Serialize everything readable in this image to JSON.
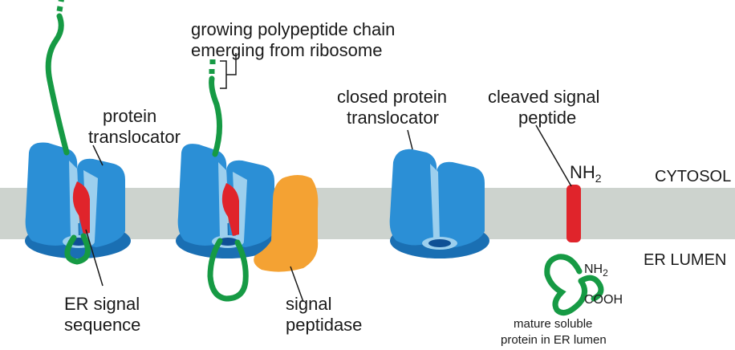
{
  "labels": {
    "growing_chain_line1": "growing polypeptide chain",
    "growing_chain_line2": "emerging from ribosome",
    "protein_translocator_line1": "protein",
    "protein_translocator_line2": "translocator",
    "closed_translocator_line1": "closed protein",
    "closed_translocator_line2": "translocator",
    "cleaved_signal_line1": "cleaved signal",
    "cleaved_signal_line2": "peptide",
    "nh2_main": "NH",
    "nh2_sub": "2",
    "cytosol": "CYTOSOL",
    "er_lumen": "ER LUMEN",
    "er_signal_line1": "ER signal",
    "er_signal_line2": "sequence",
    "signal_peptidase_line1": "signal",
    "signal_peptidase_line2": "peptidase",
    "mature_nh2_main": "NH",
    "mature_nh2_sub": "2",
    "cooh": "COOH",
    "mature_line1": "mature soluble",
    "mature_line2": "protein in ER lumen"
  },
  "colors": {
    "membrane": "#cdd3ce",
    "translocator_blue": "#2b8fd6",
    "translocator_dark": "#1a6fb3",
    "translocator_light": "#9ccfee",
    "pore_dark": "#0f4f95",
    "chain_green": "#169a44",
    "signal_red": "#e0242b",
    "peptidase_orange": "#f4a233"
  }
}
